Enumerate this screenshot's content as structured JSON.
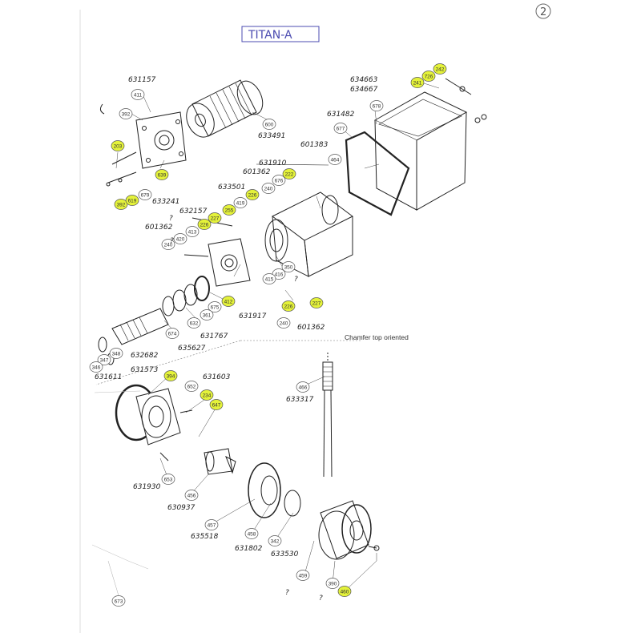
{
  "title": "TITAN-A",
  "page_number": "2",
  "note": "Chamfer top oriented",
  "callouts": [
    {
      "id": "411",
      "hl": false
    },
    {
      "id": "392",
      "hl": false
    },
    {
      "id": "203",
      "hl": true
    },
    {
      "id": "639",
      "hl": true
    },
    {
      "id": "679",
      "hl": false
    },
    {
      "id": "392b",
      "label": "392",
      "hl": true
    },
    {
      "id": "619",
      "hl": true
    },
    {
      "id": "600",
      "hl": false
    },
    {
      "id": "678",
      "hl": false
    },
    {
      "id": "677",
      "hl": false
    },
    {
      "id": "242",
      "hl": true
    },
    {
      "id": "726",
      "hl": true
    },
    {
      "id": "241",
      "hl": true
    },
    {
      "id": "464",
      "hl": false
    },
    {
      "id": "222",
      "hl": true
    },
    {
      "id": "676",
      "hl": false
    },
    {
      "id": "240a",
      "label": "240",
      "hl": false
    },
    {
      "id": "226a",
      "label": "226",
      "hl": true
    },
    {
      "id": "419",
      "hl": false
    },
    {
      "id": "255",
      "hl": true
    },
    {
      "id": "227a",
      "label": "227",
      "hl": true
    },
    {
      "id": "226b",
      "label": "226",
      "hl": true
    },
    {
      "id": "413",
      "hl": false
    },
    {
      "id": "420",
      "hl": false
    },
    {
      "id": "240b",
      "label": "240",
      "hl": false
    },
    {
      "id": "350",
      "hl": false
    },
    {
      "id": "416",
      "hl": false
    },
    {
      "id": "415",
      "hl": false
    },
    {
      "id": "226c",
      "label": "226",
      "hl": true
    },
    {
      "id": "227b",
      "label": "227",
      "hl": true
    },
    {
      "id": "412",
      "hl": true
    },
    {
      "id": "675",
      "hl": false
    },
    {
      "id": "361",
      "hl": false
    },
    {
      "id": "632",
      "hl": false
    },
    {
      "id": "674",
      "hl": false
    },
    {
      "id": "240c",
      "label": "240",
      "hl": false
    },
    {
      "id": "348",
      "hl": false
    },
    {
      "id": "347",
      "hl": false
    },
    {
      "id": "346",
      "hl": false
    },
    {
      "id": "394",
      "hl": true
    },
    {
      "id": "652",
      "hl": false
    },
    {
      "id": "234",
      "hl": true
    },
    {
      "id": "647",
      "hl": true
    },
    {
      "id": "466",
      "hl": false
    },
    {
      "id": "653",
      "hl": false
    },
    {
      "id": "456",
      "hl": false
    },
    {
      "id": "457",
      "hl": false
    },
    {
      "id": "458",
      "hl": false
    },
    {
      "id": "342",
      "hl": false
    },
    {
      "id": "459",
      "hl": false
    },
    {
      "id": "390",
      "hl": false
    },
    {
      "id": "460",
      "hl": true
    },
    {
      "id": "673",
      "hl": false
    }
  ],
  "part_numbers": [
    "631157",
    "634663",
    "634667",
    "631482",
    "633491",
    "601383",
    "601362",
    "631910",
    "633241",
    "633501",
    "632157",
    "601362",
    "631917",
    "601362",
    "631767",
    "635627",
    "632682",
    "631573",
    "631611",
    "631603",
    "633317",
    "631930",
    "630937",
    "635518",
    "631802",
    "633530"
  ],
  "question_marks": [
    "?",
    "?",
    "?",
    "?",
    "?"
  ],
  "colors": {
    "highlight": "#e4f23a",
    "line": "#222222",
    "title": "#4b4bb0"
  }
}
